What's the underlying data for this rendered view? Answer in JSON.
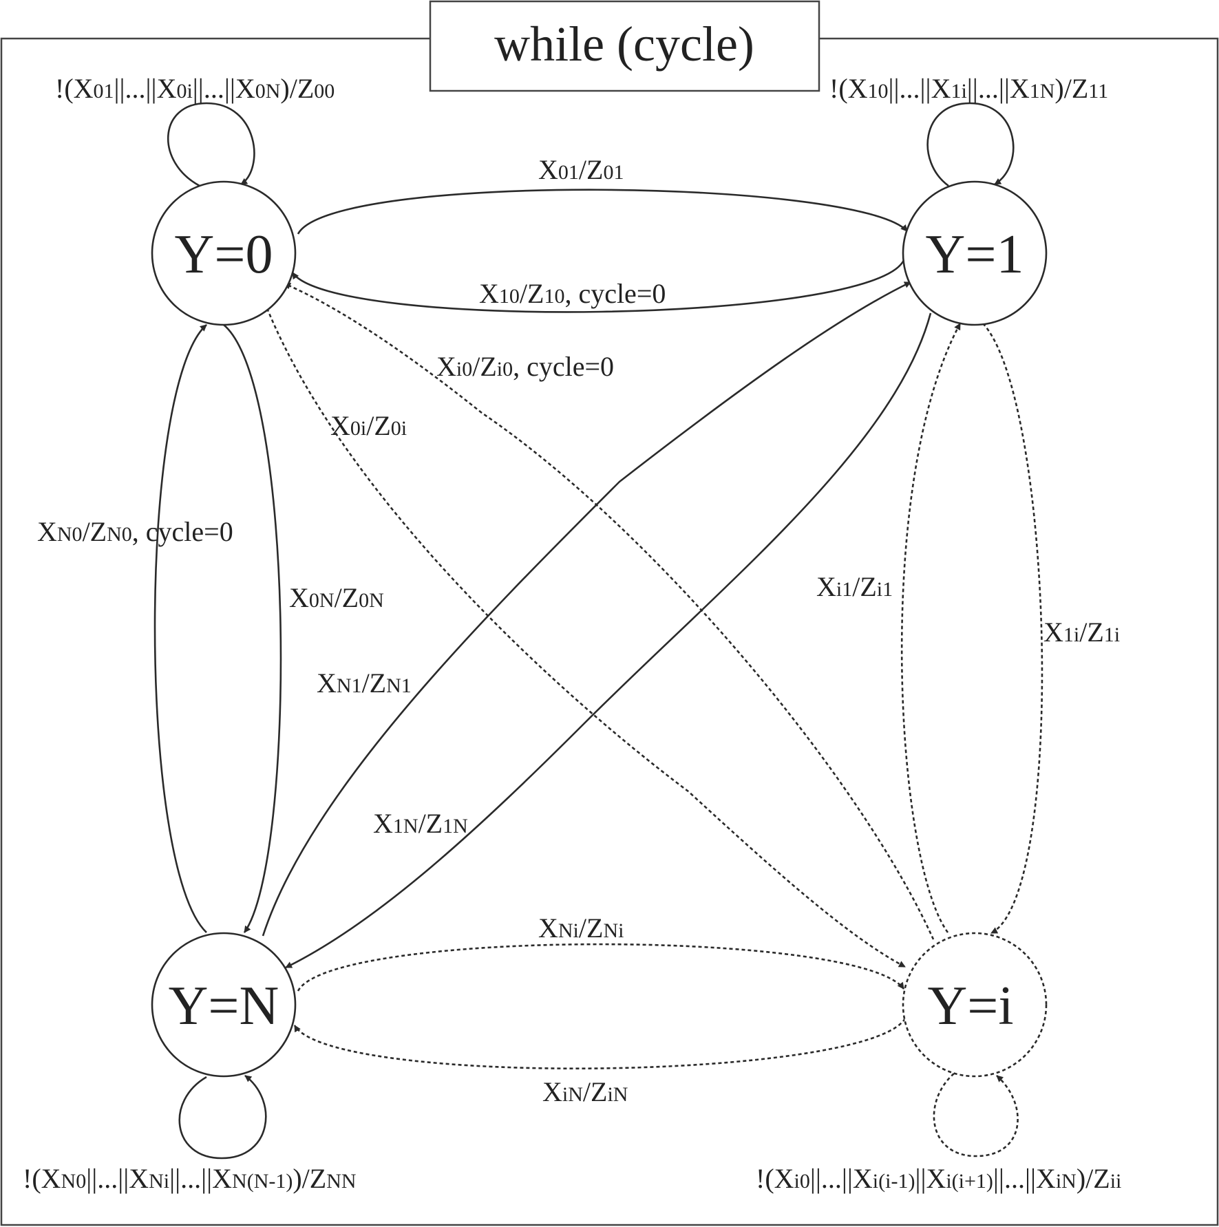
{
  "title": "while (cycle)",
  "states": {
    "y0": "Y=0",
    "y1": "Y=1",
    "yn": "Y=N",
    "yi": "Y=i"
  },
  "labels": {
    "self_0": [
      [
        "!(X",
        ""
      ],
      [
        "01",
        "s"
      ],
      [
        "||...||X",
        ""
      ],
      [
        "0i",
        "s"
      ],
      [
        "||...||X",
        ""
      ],
      [
        "0N",
        "s"
      ],
      [
        ")/Z",
        ""
      ],
      [
        "00",
        "s"
      ]
    ],
    "self_1": [
      [
        "!(X",
        ""
      ],
      [
        "10",
        "s"
      ],
      [
        "||...||X",
        ""
      ],
      [
        "1i",
        "s"
      ],
      [
        "||...||X",
        ""
      ],
      [
        "1N",
        "s"
      ],
      [
        ")/Z",
        ""
      ],
      [
        "11",
        "s"
      ]
    ],
    "self_n": [
      [
        "!(X",
        ""
      ],
      [
        "N0",
        "s"
      ],
      [
        "||...||X",
        ""
      ],
      [
        "Ni",
        "s"
      ],
      [
        "||...||X",
        ""
      ],
      [
        "N(N-1)",
        "s"
      ],
      [
        ")/Z",
        ""
      ],
      [
        "NN",
        "s"
      ]
    ],
    "self_i": [
      [
        "!(X",
        ""
      ],
      [
        "i0",
        "s"
      ],
      [
        "||...||X",
        ""
      ],
      [
        "i(i-1)",
        "s"
      ],
      [
        "||X",
        ""
      ],
      [
        "i(i+1)",
        "s"
      ],
      [
        "||...||X",
        ""
      ],
      [
        "iN",
        "s"
      ],
      [
        ")/Z",
        ""
      ],
      [
        "ii",
        "s"
      ]
    ],
    "e_0_1": [
      [
        "X",
        ""
      ],
      [
        "01",
        "s"
      ],
      [
        "/Z",
        ""
      ],
      [
        "01",
        "s"
      ]
    ],
    "e_1_0": [
      [
        "X",
        ""
      ],
      [
        "10",
        "s"
      ],
      [
        "/Z",
        ""
      ],
      [
        "10",
        "s"
      ],
      [
        ", cycle=0",
        ""
      ]
    ],
    "e_i_0": [
      [
        "X",
        ""
      ],
      [
        "i0",
        "s"
      ],
      [
        "/Z",
        ""
      ],
      [
        "i0",
        "s"
      ],
      [
        ", cycle=0",
        ""
      ]
    ],
    "e_0_i": [
      [
        "X",
        ""
      ],
      [
        "0i",
        "s"
      ],
      [
        "/Z",
        ""
      ],
      [
        "0i",
        "s"
      ]
    ],
    "e_n_0": [
      [
        "X",
        ""
      ],
      [
        "N0",
        "s"
      ],
      [
        "/Z",
        ""
      ],
      [
        "N0",
        "s"
      ],
      [
        ", cycle=0",
        ""
      ]
    ],
    "e_0_n": [
      [
        "X",
        ""
      ],
      [
        "0N",
        "s"
      ],
      [
        "/Z",
        ""
      ],
      [
        "0N",
        "s"
      ]
    ],
    "e_n_1": [
      [
        "X",
        ""
      ],
      [
        "N1",
        "s"
      ],
      [
        "/Z",
        ""
      ],
      [
        "N1",
        "s"
      ]
    ],
    "e_1_n": [
      [
        "X",
        ""
      ],
      [
        "1N",
        "s"
      ],
      [
        "/Z",
        ""
      ],
      [
        "1N",
        "s"
      ]
    ],
    "e_i_1": [
      [
        "X",
        ""
      ],
      [
        "i1",
        "s"
      ],
      [
        "/Z",
        ""
      ],
      [
        "i1",
        "s"
      ]
    ],
    "e_1_i": [
      [
        "X",
        ""
      ],
      [
        "1i",
        "s"
      ],
      [
        "/Z",
        ""
      ],
      [
        "1i",
        "s"
      ]
    ],
    "e_n_i": [
      [
        "X",
        ""
      ],
      [
        "Ni",
        "s"
      ],
      [
        "/Z",
        ""
      ],
      [
        "Ni",
        "s"
      ]
    ],
    "e_i_n": [
      [
        "X",
        ""
      ],
      [
        "iN",
        "s"
      ],
      [
        "/Z",
        ""
      ],
      [
        "iN",
        "s"
      ]
    ]
  }
}
